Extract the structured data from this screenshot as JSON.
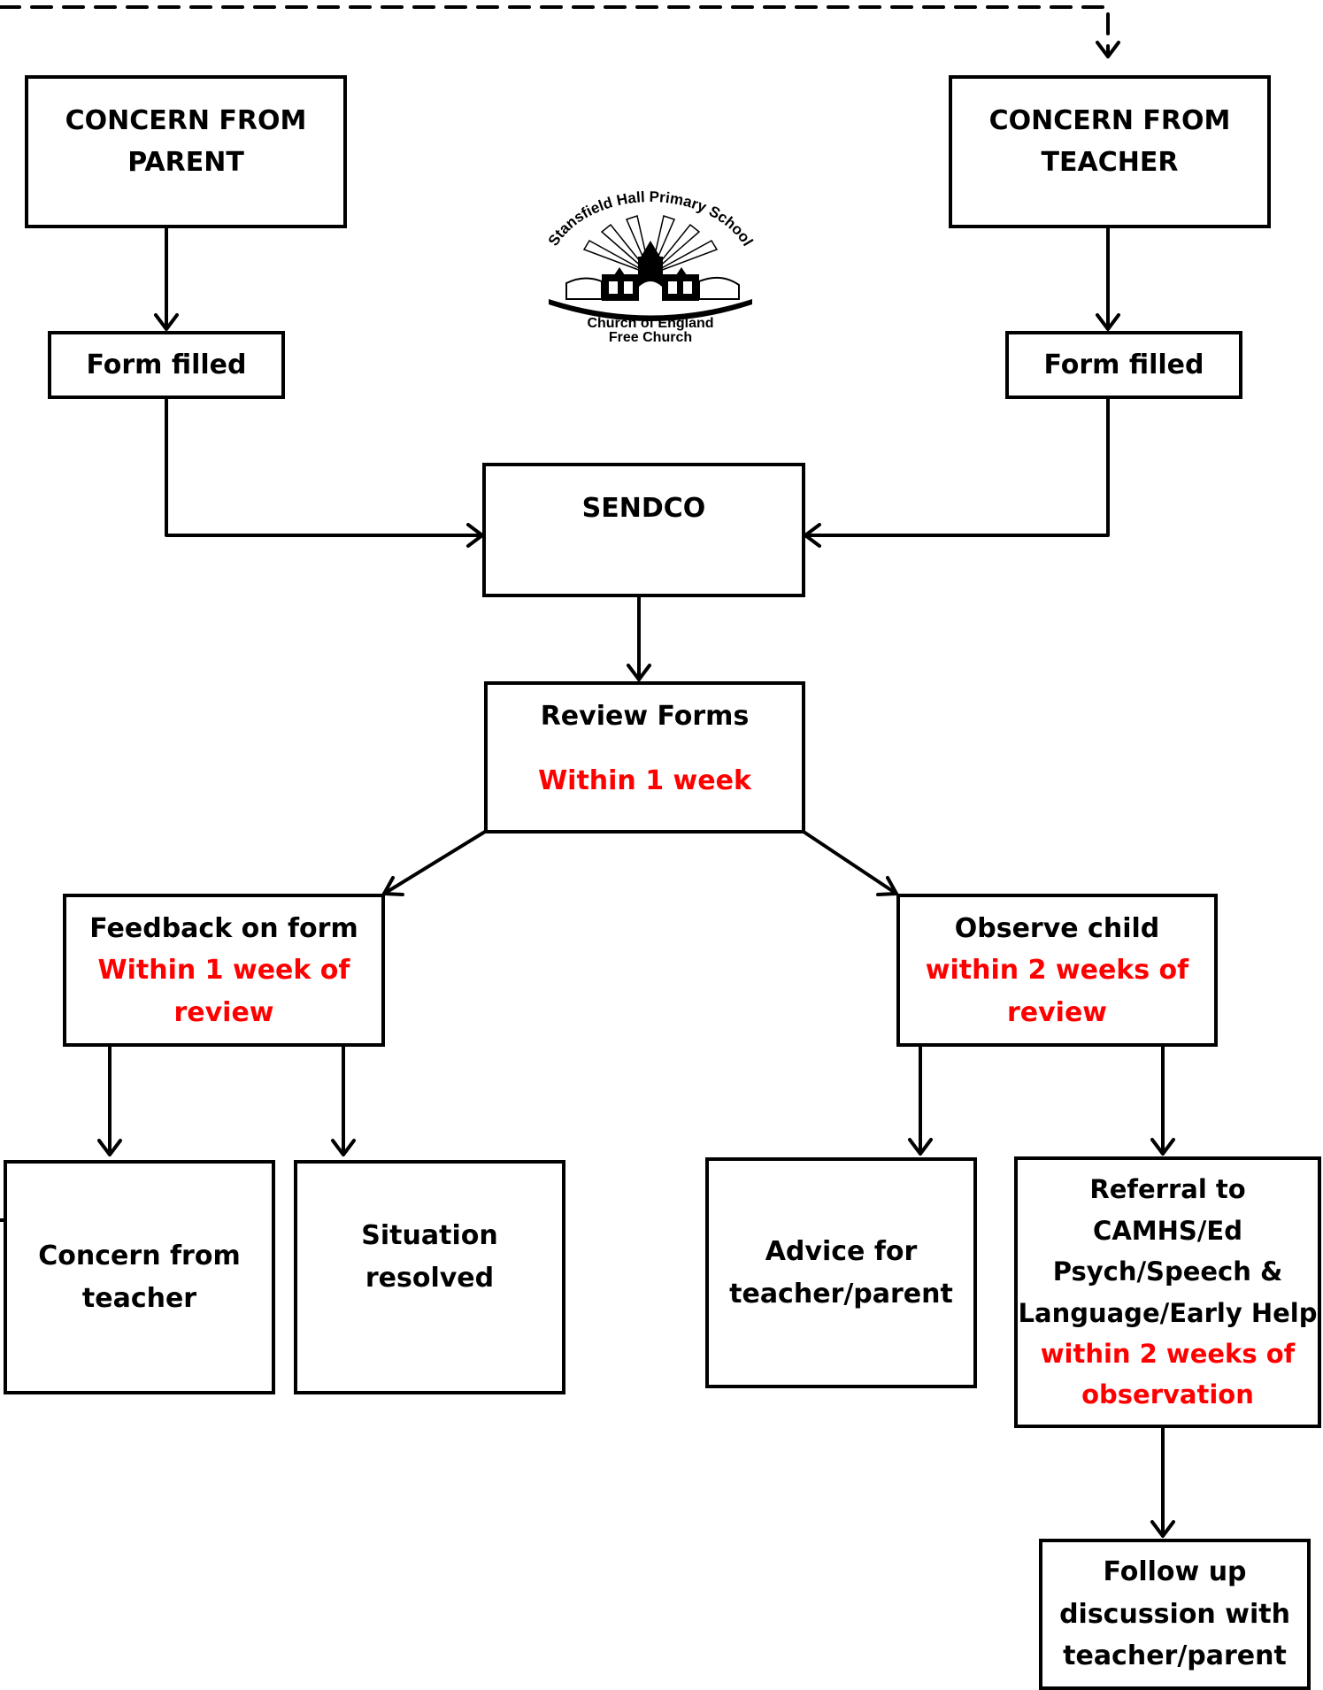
{
  "logo": {
    "school_name": "Stansfield Hall Primary School",
    "line1": "Church of England",
    "line2": "Free Church"
  },
  "nodes": {
    "concern_parent": [
      "CONCERN FROM",
      "PARENT"
    ],
    "concern_teacher": [
      "CONCERN FROM",
      "TEACHER"
    ],
    "form_filled_left": "Form filled",
    "form_filled_right": "Form filled",
    "sendco": "SENDCO",
    "review_forms": {
      "title": "Review Forms",
      "timing": "Within 1 week"
    },
    "feedback": {
      "title": "Feedback on form",
      "timing": [
        "Within 1 week of",
        "review"
      ]
    },
    "observe": {
      "title": "Observe child",
      "timing": [
        "within 2 weeks of",
        "review"
      ]
    },
    "concern_from_teacher": [
      "Concern from",
      "teacher"
    ],
    "situation_resolved": "Situation resolved",
    "advice": [
      "Advice for",
      "teacher/parent"
    ],
    "referral": {
      "lines": [
        "Referral to",
        "CAMHS/Ed",
        "Psych/Speech &",
        "Language/Early Help"
      ],
      "timing": [
        "within 2 weeks of",
        "observation"
      ]
    },
    "follow_up": [
      "Follow up",
      "discussion with",
      "teacher/parent"
    ]
  },
  "colors": {
    "line": "#000000",
    "timing_text": "#ff0000"
  }
}
